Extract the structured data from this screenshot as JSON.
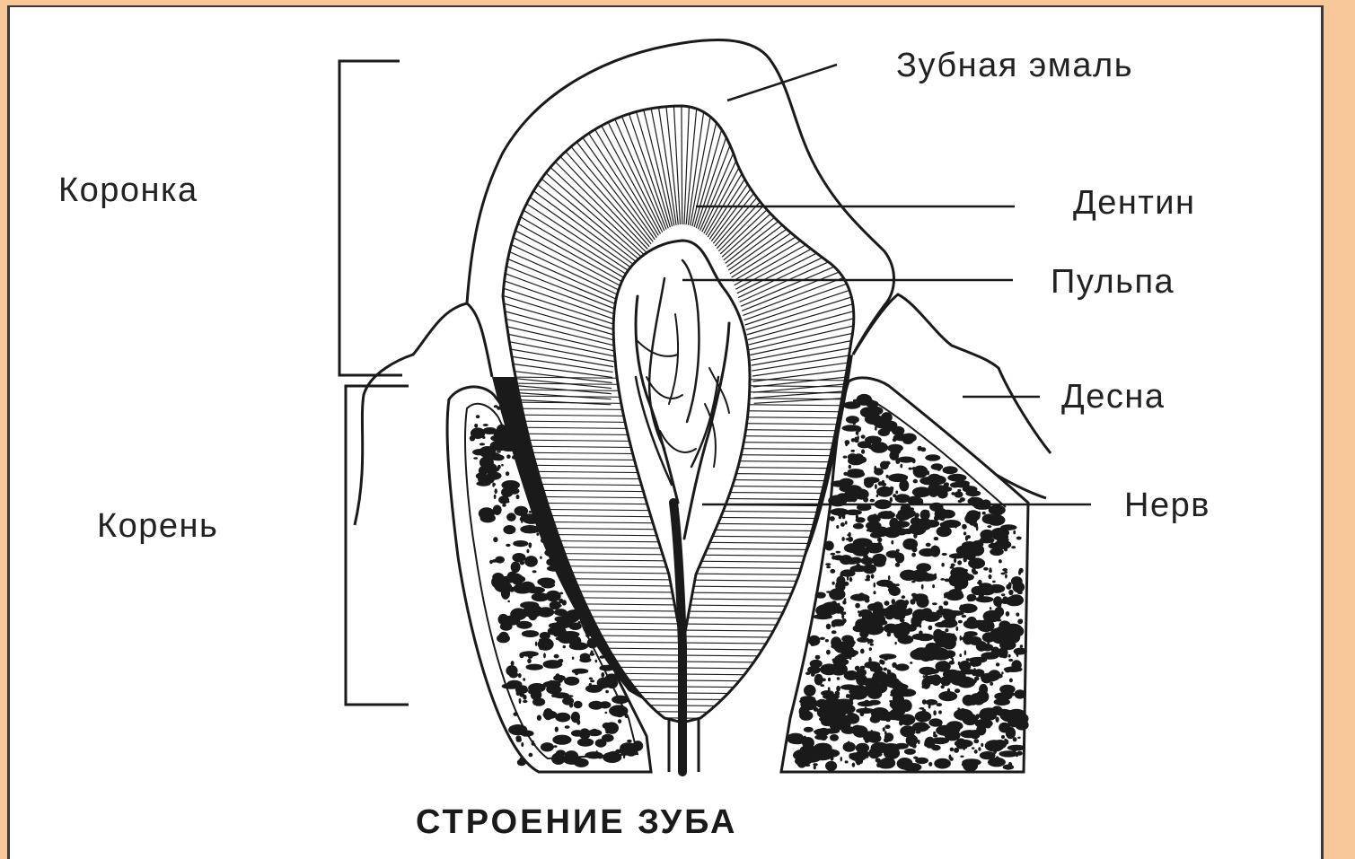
{
  "colors": {
    "frame": "#f7c99a",
    "paper": "#ffffff",
    "ink": "#1a1a1a"
  },
  "labels": {
    "enamel": "Зубная эмаль",
    "dentin": "Дентин",
    "pulp": "Пульпа",
    "gum": "Десна",
    "nerve": "Нерв",
    "crown": "Коронка",
    "root": "Корень"
  },
  "title": "СТРОЕНИЕ ЗУБА"
}
